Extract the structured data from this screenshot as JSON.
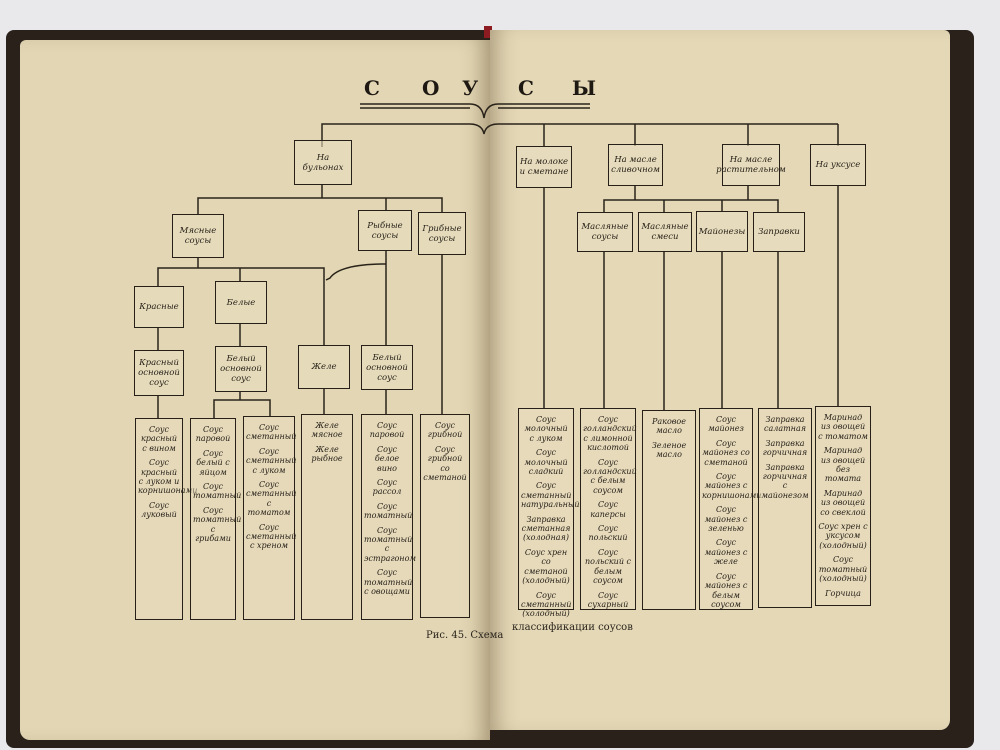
{
  "title_letters": [
    "С",
    "О",
    "У",
    "С",
    "Ы"
  ],
  "caption_left": "Рис. 45. Схема",
  "caption_right": "классификации соусов",
  "top_categories": {
    "bouillon": "На бульонах",
    "milk": "На молоке и сметане",
    "butter": "На масле сливочном",
    "oil": "На масле растительном",
    "vinegar": "На уксусе"
  },
  "level2": {
    "meat": "Мясные соусы",
    "fish": "Рыбные соусы",
    "mushroom": "Грибные соусы",
    "butter_sauces": "Масляные соусы",
    "butter_mixes": "Масляные смеси",
    "mayonnaise": "Майонезы",
    "dressings": "Заправки"
  },
  "level3": {
    "red": "Красные",
    "white": "Белые",
    "red_base": "Красный основной соус",
    "white_base": "Белый основной соус",
    "jelly": "Желе",
    "fish_white_base": "Белый основной соус"
  },
  "columns": {
    "red_list": [
      "Соус красный с вином",
      "Соус красный с луком и корнишонами",
      "Соус луковый"
    ],
    "white_list1": [
      "Соус паровой",
      "Соус белый с яйцом",
      "Соус томатный",
      "Соус томатный с грибами"
    ],
    "white_list2": [
      "Соус сметанный",
      "Соус сметанный с луком",
      "Соус сметанный с томатом",
      "Соус сметанный с хреном"
    ],
    "jelly_list": [
      "Желе мясное",
      "Желе рыбное"
    ],
    "fish_list": [
      "Соус паровой",
      "Соус белое вино",
      "Соус рассол",
      "Соус томатный",
      "Соус томатный с эстрагоном",
      "Соус томатный с овощами"
    ],
    "mushroom_list": [
      "Соус грибной",
      "Соус грибной со сметаной"
    ],
    "milk_list": [
      "Соус молочный с луком",
      "Соус молочный сладкий",
      "Соус сметанный натуральный",
      "Заправка сметанная (холодная)",
      "Соус хрен со сметаной (холодный)",
      "Соус сметанный (холодный)"
    ],
    "butter_sauce_list": [
      "Соус голландский с лимонной кислотой",
      "Соус голландский с белым соусом",
      "Соус каперсы",
      "Соус польский",
      "Соус польский с белым соусом",
      "Соус сухарный"
    ],
    "butter_mix_list": [
      "Раковое масло",
      "Зеленое масло"
    ],
    "mayo_list": [
      "Соус майонез",
      "Соус майонез со сметаной",
      "Соус майонез с корнишонами",
      "Соус майонез с зеленью",
      "Соус майонез с желе",
      "Соус майонез с белым соусом"
    ],
    "dressing_list": [
      "Заправка салатная",
      "Заправка горчичная",
      "Заправка горчичная с майонезом"
    ],
    "vinegar_list": [
      "Маринад из овощей с томатом",
      "Маринад из овощей без томата",
      "Маринад из овощей со свеклой",
      "Соус хрен с уксусом (холодный)",
      "Соус томатный (холодный)",
      "Горчица"
    ]
  }
}
